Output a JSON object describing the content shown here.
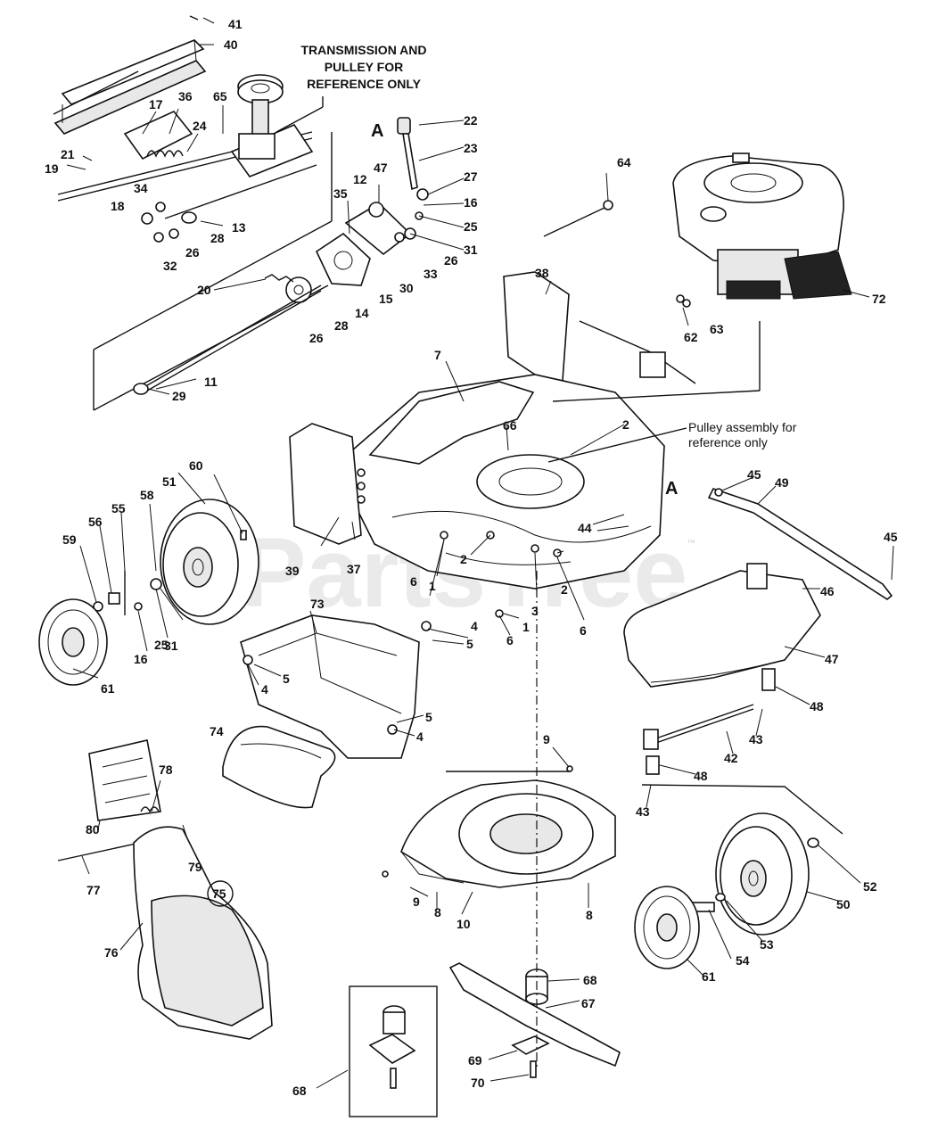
{
  "notes": {
    "transmission_line1": "TRANSMISSION AND",
    "transmission_line2": "PULLEY FOR",
    "transmission_line3": "REFERENCE ONLY",
    "pulley_line1": "Pulley assembly for",
    "pulley_line2": "reference only"
  },
  "markers": {
    "a_left": "A",
    "a_right": "A"
  },
  "watermark": {
    "text": "PartsTree",
    "tm": "™"
  },
  "labels": {
    "l1a": "1",
    "l1b": "1",
    "l2a": "2",
    "l2b": "2",
    "l2c": "2",
    "l3": "3",
    "l4a": "4",
    "l4b": "4",
    "l4c": "4",
    "l5a": "5",
    "l5b": "5",
    "l5c": "5",
    "l6a": "6",
    "l6b": "6",
    "l6c": "6",
    "l7": "7",
    "l8a": "8",
    "l8b": "8",
    "l9a": "9",
    "l9b": "9",
    "l10": "10",
    "l11": "11",
    "l12": "12",
    "l13": "13",
    "l14": "14",
    "l15": "15",
    "l16a": "16",
    "l16b": "16",
    "l17": "17",
    "l18": "18",
    "l19": "19",
    "l20": "20",
    "l21": "21",
    "l22": "22",
    "l23": "23",
    "l24": "24",
    "l25a": "25",
    "l25b": "25",
    "l26a": "26",
    "l26b": "26",
    "l26c": "26",
    "l27": "27",
    "l28a": "28",
    "l28b": "28",
    "l29": "29",
    "l30": "30",
    "l31a": "31",
    "l31b": "31",
    "l32": "32",
    "l33": "33",
    "l34": "34",
    "l35": "35",
    "l36": "36",
    "l37": "37",
    "l38": "38",
    "l39": "39",
    "l40": "40",
    "l41": "41",
    "l42": "42",
    "l43a": "43",
    "l43b": "43",
    "l44": "44",
    "l45a": "45",
    "l45b": "45",
    "l46": "46",
    "l47a": "47",
    "l47b": "47",
    "l48a": "48",
    "l48b": "48",
    "l49": "49",
    "l50": "50",
    "l51": "51",
    "l52": "52",
    "l53": "53",
    "l54": "54",
    "l55": "55",
    "l56": "56",
    "l58": "58",
    "l59": "59",
    "l60": "60",
    "l61a": "61",
    "l61b": "61",
    "l62": "62",
    "l63": "63",
    "l64": "64",
    "l65": "65",
    "l66": "66",
    "l67": "67",
    "l68a": "68",
    "l68b": "68",
    "l69": "69",
    "l70": "70",
    "l72": "72",
    "l73": "73",
    "l74": "74",
    "l75": "75",
    "l76": "76",
    "l77": "77",
    "l78": "78",
    "l79": "79",
    "l80": "80"
  }
}
